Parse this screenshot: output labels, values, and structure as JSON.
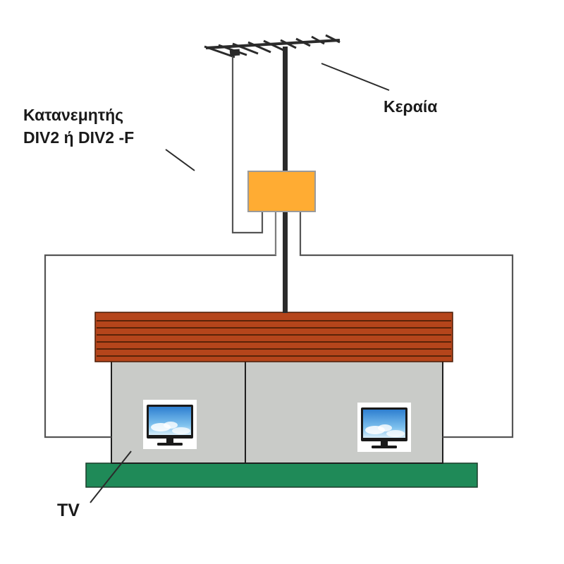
{
  "labels": {
    "distributor_line1": "Κατανεμητής",
    "distributor_line2": "DIV2 ή DIV2 -F",
    "antenna": "Κεραία",
    "tv": "TV"
  },
  "colors": {
    "mast": "#2b2b2b",
    "splitter": "#ffac33",
    "splitter_border": "#999999",
    "roof": "#b5451b",
    "roof_lines": "#5a2308",
    "walls": "#c9cbc8",
    "walls_border": "#1f1f1f",
    "ground": "#1f8a58",
    "cable": "#555555",
    "tv_sky": "#3f95d8",
    "tv_frame": "#1a1a1a"
  },
  "icons": {
    "antenna": "yagi-antenna-icon",
    "splitter": "splitter-box-icon",
    "tv_left": "tv-icon",
    "tv_right": "tv-icon"
  }
}
